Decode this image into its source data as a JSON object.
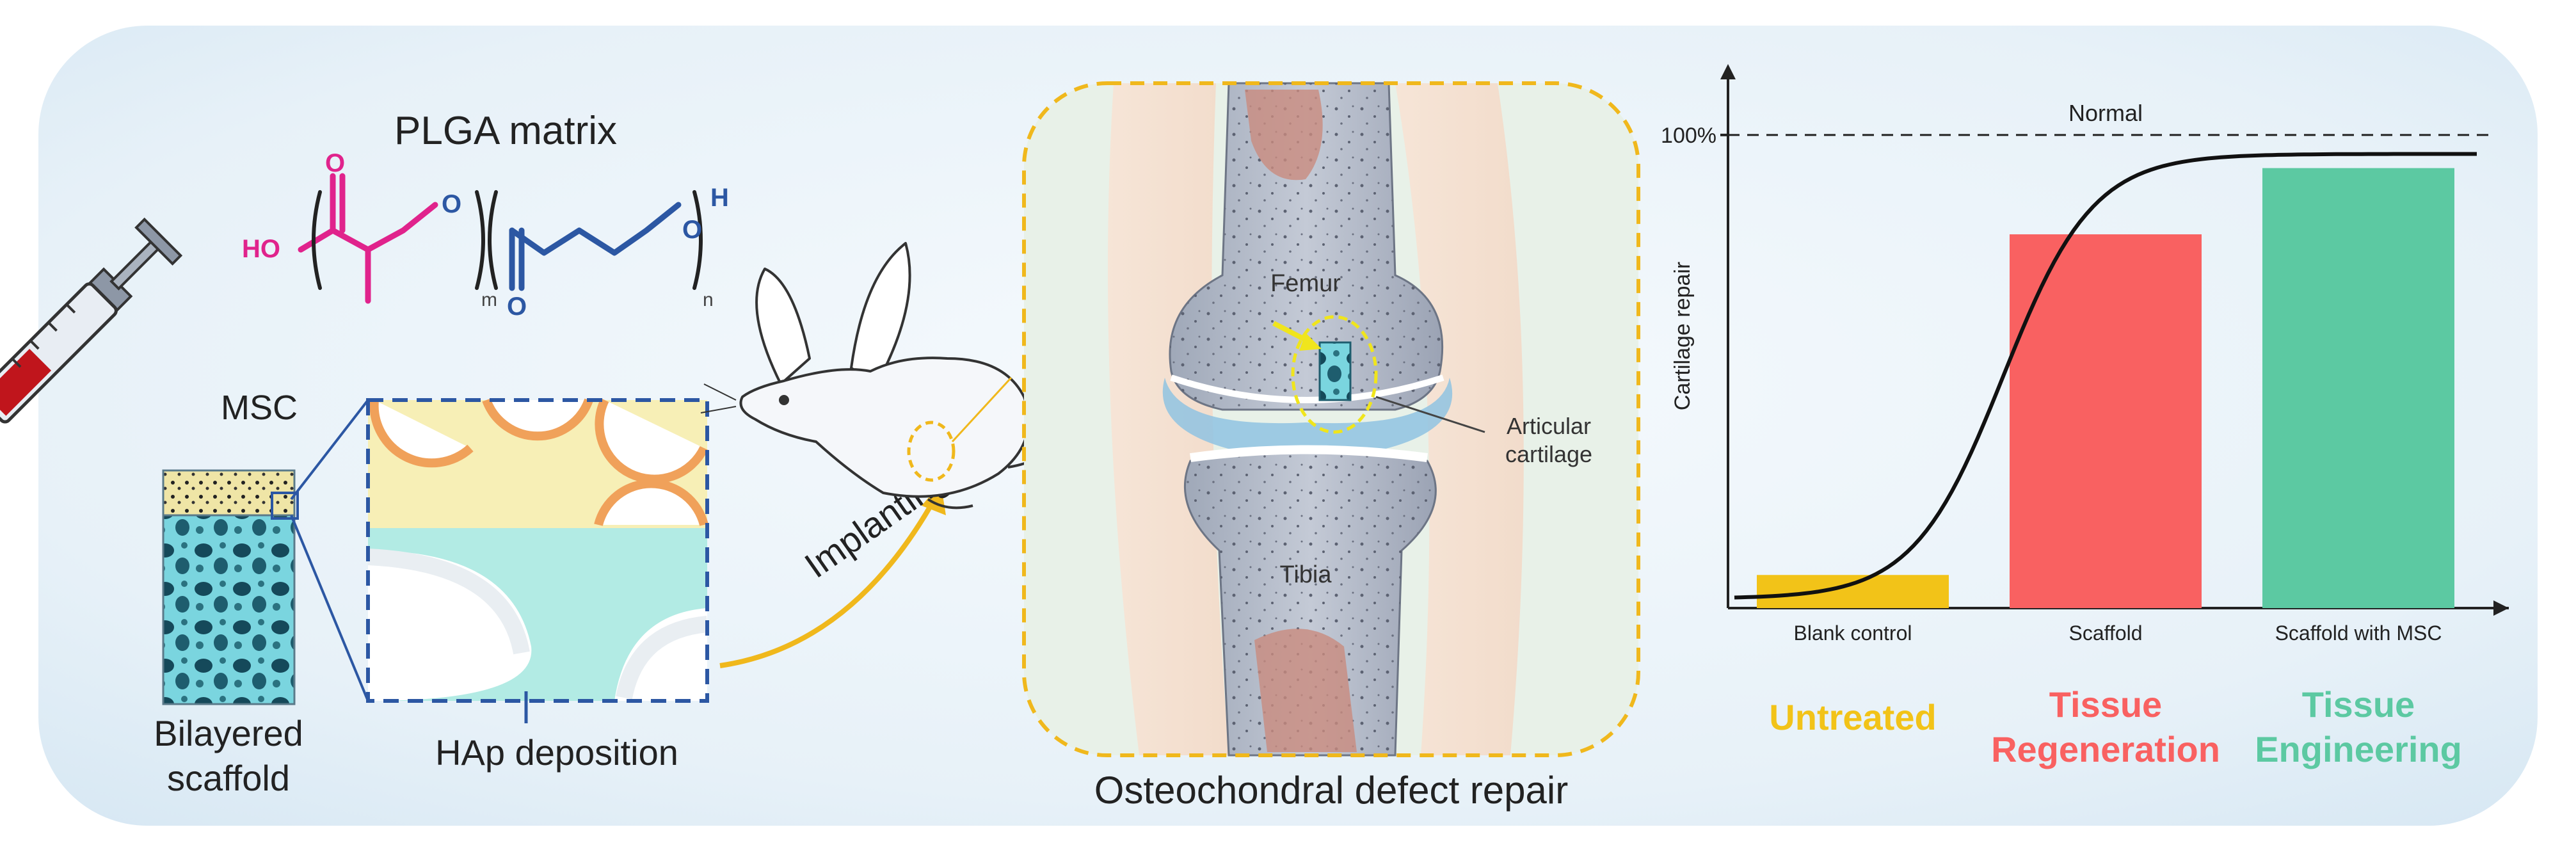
{
  "plga": {
    "title": "PLGA matrix",
    "ho": "HO",
    "o": "O",
    "h": "H",
    "m": "m",
    "n": "n"
  },
  "scaffold": {
    "msc_label": "MSC",
    "bilayered_line1": "Bilayered",
    "bilayered_line2": "scaffold",
    "hap_label": "HAp deposition"
  },
  "implant": {
    "label": "Implanting"
  },
  "joint": {
    "femur": "Femur",
    "tibia": "Tibia",
    "cartilage_line1": "Articular",
    "cartilage_line2": "cartilage",
    "caption": "Osteochondral defect repair"
  },
  "chart_data": {
    "type": "bar",
    "categories": [
      "Blank control",
      "Scaffold",
      "Scaffold with MSC"
    ],
    "values": [
      7,
      79,
      93
    ],
    "ylabel": "Cartilage repair",
    "ytick_label": "100%",
    "ytick_value": 100,
    "reference_line": {
      "label": "Normal",
      "value": 100
    },
    "ylim": [
      0,
      115
    ],
    "bar_colors": [
      "#f2c318",
      "#f96161",
      "#5cc9a2"
    ],
    "curve": "sigmoid",
    "outcomes": [
      {
        "line1": "Untreated",
        "line2": "",
        "color": "#f2c318"
      },
      {
        "line1": "Tissue",
        "line2": "Regeneration",
        "color": "#f96161"
      },
      {
        "line1": "Tissue",
        "line2": "Engineering",
        "color": "#5cc9a2"
      }
    ]
  }
}
